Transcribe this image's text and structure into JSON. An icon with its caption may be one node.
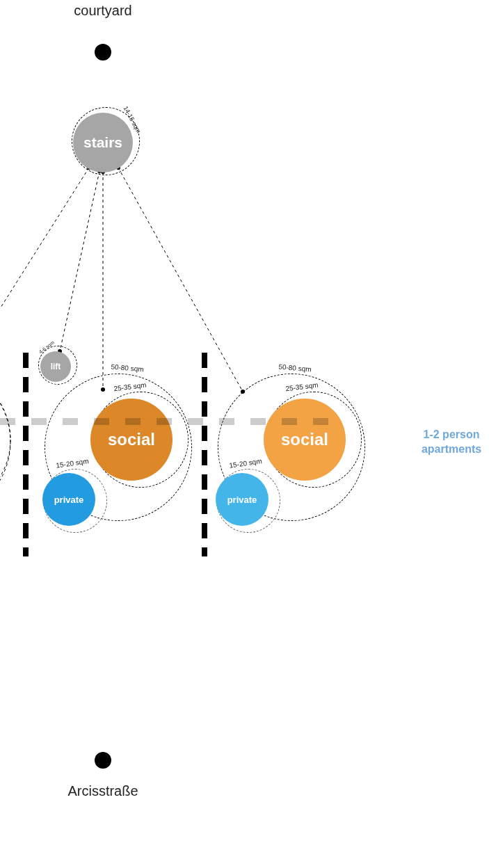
{
  "diagram": {
    "nodes": [
      {
        "text": [],
        "shape": "circle",
        "beside": [
          "courtyard"
        ]
      },
      {
        "text": [
          "stairs",
          "14-15 sqm"
        ]
      },
      {
        "text": [
          "lift",
          "4-6 sqm"
        ]
      },
      {
        "text": [
          "50-80 sqm"
        ]
      },
      {
        "text": [
          "social"
        ],
        "beside": [
          "25-35 sqm"
        ],
        "in": 3
      },
      {
        "text": [
          "private"
        ],
        "beside": [
          "15-20 sqm"
        ]
      },
      {
        "text": [
          "50-80 sqm"
        ]
      },
      {
        "text": [
          "social"
        ],
        "beside": [
          "25-35 sqm"
        ],
        "in": 6
      },
      {
        "text": [
          "private"
        ],
        "beside": [
          "15-20 sqm"
        ]
      },
      {
        "text": [],
        "shape": "circle",
        "beside": [
          "Arcisstraße"
        ]
      }
    ],
    "edges": [
      {
        "from": 1,
        "to": null,
        "arrow": "other",
        "style": "dashed"
      },
      {
        "from": 1,
        "to": 2,
        "arrow": "other",
        "style": "dashed"
      },
      {
        "from": 1,
        "to": 3,
        "arrow": "other",
        "style": "dashed"
      },
      {
        "from": 1,
        "to": 6,
        "arrow": "other",
        "style": "dashed"
      }
    ],
    "labels": [
      "1-2 person apartments"
    ]
  }
}
